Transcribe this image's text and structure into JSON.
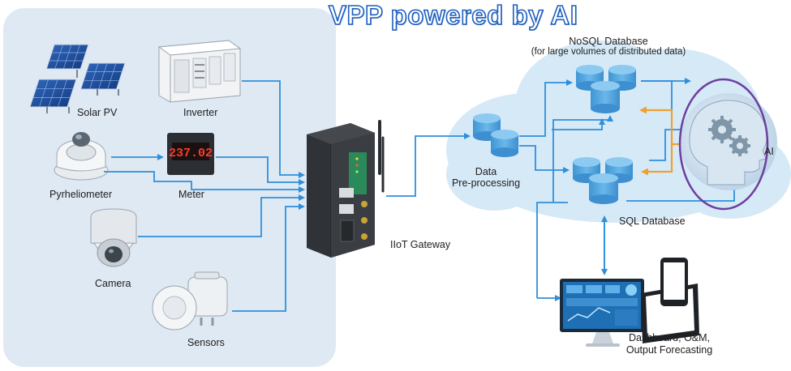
{
  "title": "VPP powered by AI",
  "devices": {
    "solar_pv": "Solar PV",
    "inverter": "Inverter",
    "pyrheliometer": "Pyrheliometer",
    "meter": "Meter",
    "meter_display": "237.02",
    "camera": "Camera",
    "sensors": "Sensors"
  },
  "gateway": {
    "label": "IIoT Gateway"
  },
  "cloud": {
    "preprocessing_line1": "Data",
    "preprocessing_line2": "Pre-processing",
    "nosql_line1": "NoSQL Database",
    "nosql_line2": "(for large volumes of distributed data)",
    "sql": "SQL Database",
    "ai": "AI"
  },
  "dashboard": {
    "line1": "Dashboard, O&M,",
    "line2": "Output Forecasting"
  },
  "colors": {
    "panel_bg": "#dfe9f3",
    "cloud_bg": "#d6e9f7",
    "flow_arrow": "#2f8fdc",
    "feedback_arrow": "#f0a030",
    "ai_ring": "#6b3fa0",
    "db": "#4fa3dc",
    "title_stroke": "#1f5fbf"
  }
}
